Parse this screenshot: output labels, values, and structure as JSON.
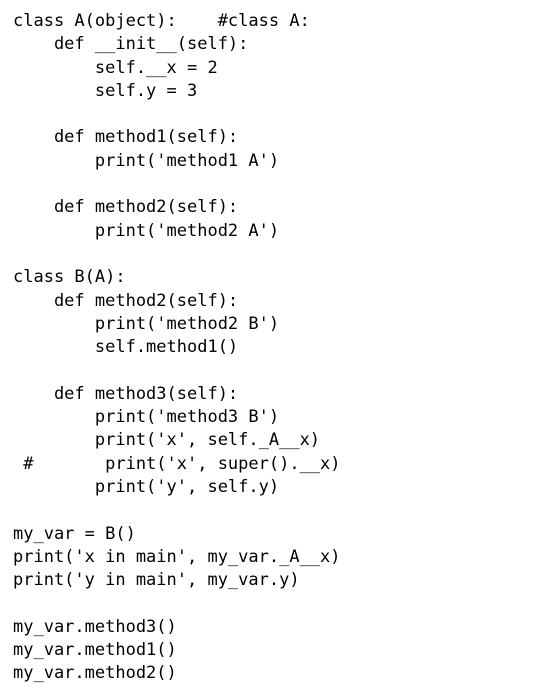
{
  "code": {
    "lines": [
      "class A(object):    #class A:",
      "    def __init__(self):",
      "        self.__x = 2",
      "        self.y = 3",
      "",
      "    def method1(self):",
      "        print('method1 A')",
      "",
      "    def method2(self):",
      "        print('method2 A')",
      "",
      "class B(A):",
      "    def method2(self):",
      "        print('method2 B')",
      "        self.method1()",
      "",
      "    def method3(self):",
      "        print('method3 B')",
      "        print('x', self._A__x)",
      " #       print('x', super().__x)",
      "        print('y', self.y)",
      "",
      "my_var = B()",
      "print('x in main', my_var._A__x)",
      "print('y in main', my_var.y)",
      "",
      "my_var.method3()",
      "my_var.method1()",
      "my_var.method2()"
    ]
  }
}
